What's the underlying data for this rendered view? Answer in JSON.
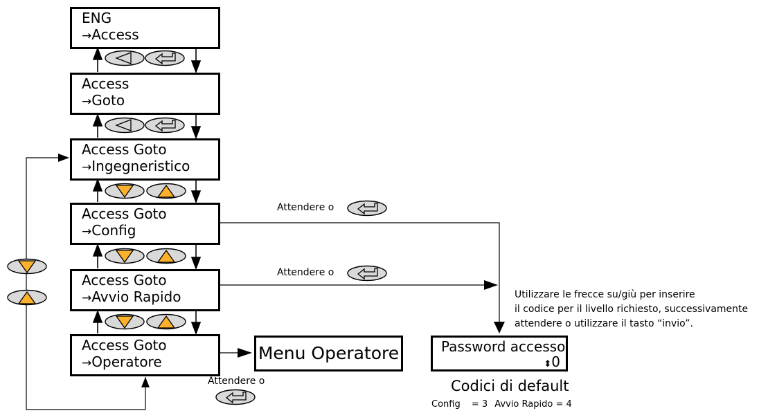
{
  "screens": [
    {
      "line1": "ENG",
      "line2": "Access"
    },
    {
      "line1": "Access",
      "line2": "Goto"
    },
    {
      "line1": "Access Goto",
      "line2": "Ingegneristico"
    },
    {
      "line1": "Access Goto",
      "line2": "Config"
    },
    {
      "line1": "Access Goto",
      "line2": "Avvio Rapido"
    },
    {
      "line1": "Access Goto",
      "line2": "Operatore"
    }
  ],
  "selection_arrow": "→",
  "menu_operatore": "Menu Operatore",
  "wait_label": "Attendere o",
  "instruction": {
    "line1": "Utilizzare le frecce su/giù per inserire",
    "line2": "il codice per il livello richiesto, successivamente",
    "line3": "attendere o utilizzare il tasto “invio”."
  },
  "password": {
    "title": "Password accesso",
    "updown": "⬍",
    "value": "0"
  },
  "defaults": {
    "title": "Codici di default",
    "config_label": "Config",
    "config_value": "= 3",
    "rapido_label": "Avvio Rapido",
    "rapido_value": "= 4"
  },
  "colors": {
    "key_fill": "#d9d9d9",
    "arrow_key_fill": "#fbb12b",
    "line": "#000000"
  },
  "icons": [
    "back-key-icon",
    "enter-key-icon",
    "down-key-icon",
    "up-key-icon"
  ]
}
